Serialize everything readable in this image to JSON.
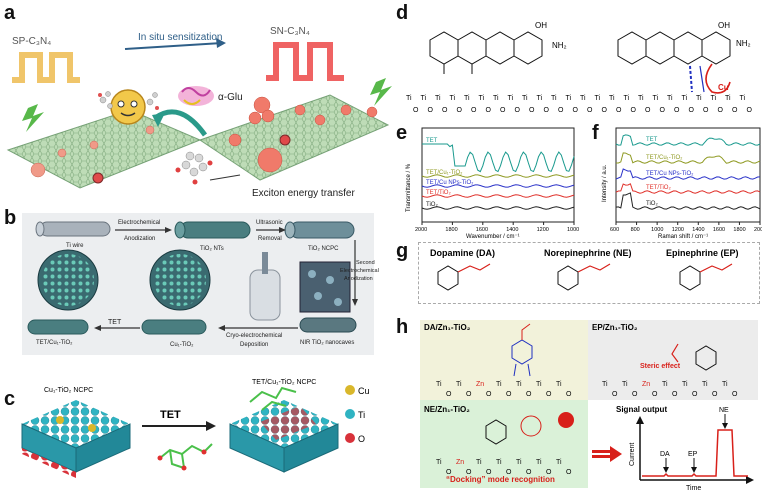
{
  "panels": {
    "a": {
      "label": "a",
      "sp": "SP-C₃N₄",
      "sn": "SN-C₃N₄",
      "insitu": "In situ sensitization",
      "aglu": "α-Glu",
      "exciton": "Exciton energy transfer"
    },
    "b": {
      "label": "b",
      "ti_wire": "Ti wire",
      "electrochemical": "Electrochemical",
      "anodization": "Anodization",
      "tio2_nts": "TiO₂ NTs",
      "ultrasonic": "Ultrasonic",
      "removal": "Removal",
      "tio2_ncpc": "TiO₂ NCPC",
      "second": "Second",
      "electrochemical2": "Electrochemical",
      "anodization2": "Anodization",
      "nir": "NIR TiO₂ nanocaves",
      "cryo1": "Cryo-electrochemical",
      "cryo2": "Deposition",
      "cu_tio2": "Cu₁-TiO₂",
      "tet": "TET",
      "tet_cu": "TET/Cu₁-TiO₂"
    },
    "c": {
      "label": "c",
      "left_title": "Cu₁-TiO₂ NCPC",
      "right_title": "TET/Cu₁-TiO₂ NCPC",
      "arrow": "TET",
      "legend": [
        "Cu",
        "Ti",
        "O"
      ],
      "legend_colors": [
        "#d9b72b",
        "#2fb3c2",
        "#d8323a"
      ]
    },
    "d": {
      "label": "d",
      "ti_row": "Ti",
      "o_row": "O",
      "cu": "Cu",
      "nh2": "NH₂",
      "oh": "OH"
    },
    "e": {
      "label": "e",
      "ylabel": "Transmittance / %",
      "xlabel": "Wavenumber / cm⁻¹",
      "ticks": [
        "2000",
        "1800",
        "1600",
        "1400",
        "1200",
        "1000"
      ],
      "series": [
        "TET",
        "TET/Cu₁-TiO₂",
        "TET/Cu NPs-TiO₂",
        "TET/TiO₂",
        "TiO₂"
      ],
      "colors": [
        "#1a9a8e",
        "#8f9a22",
        "#2b33c9",
        "#e0302a",
        "#222222"
      ]
    },
    "f": {
      "label": "f",
      "ylabel": "Intensity / a.u.",
      "xlabel": "Raman shift / cm⁻¹",
      "ticks": [
        "600",
        "800",
        "1000",
        "1200",
        "1400",
        "1600",
        "1800",
        "2000"
      ],
      "series": [
        "TET",
        "TET/Cu₁-TiO₂",
        "TET/Cu NPs-TiO₂",
        "TET/TiO₂",
        "TiO₂"
      ],
      "colors": [
        "#1a9a8e",
        "#8f9a22",
        "#2b33c9",
        "#e0302a",
        "#222222"
      ]
    },
    "g": {
      "label": "g",
      "dopamine": "Dopamine (DA)",
      "norepinephrine": "Norepinephrine (NE)",
      "epinephrine": "Epinephrine (EP)"
    },
    "h": {
      "label": "h",
      "da": "DA/Zn₁-TiO₂",
      "ep": "EP/Zn₁-TiO₂",
      "ne": "NE/Zn₁-TiO₂",
      "steric": "Steric effect",
      "docking": "“Docking” mode recognition",
      "signal": "Signal output",
      "current": "Current",
      "time": "Time",
      "peaks": [
        "DA",
        "EP",
        "NE"
      ]
    }
  }
}
